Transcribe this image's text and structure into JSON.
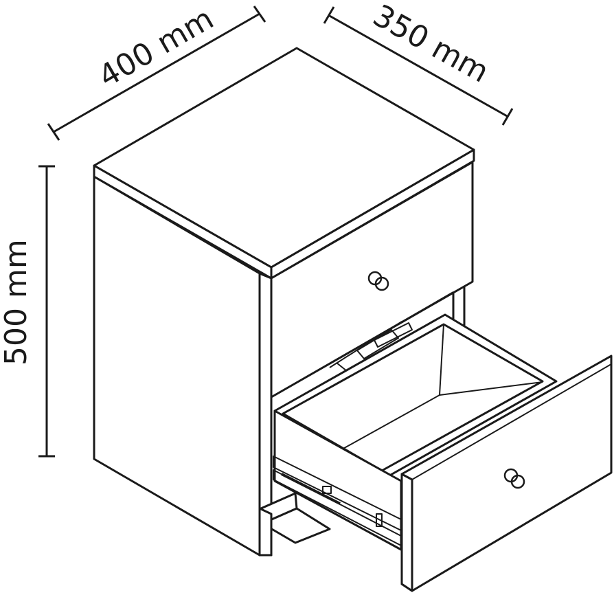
{
  "dimensions": {
    "width_label": "400 mm",
    "depth_label": "350 mm",
    "height_label": "500 mm"
  },
  "colors": {
    "line": "#1a1a1a",
    "background": "#ffffff"
  }
}
